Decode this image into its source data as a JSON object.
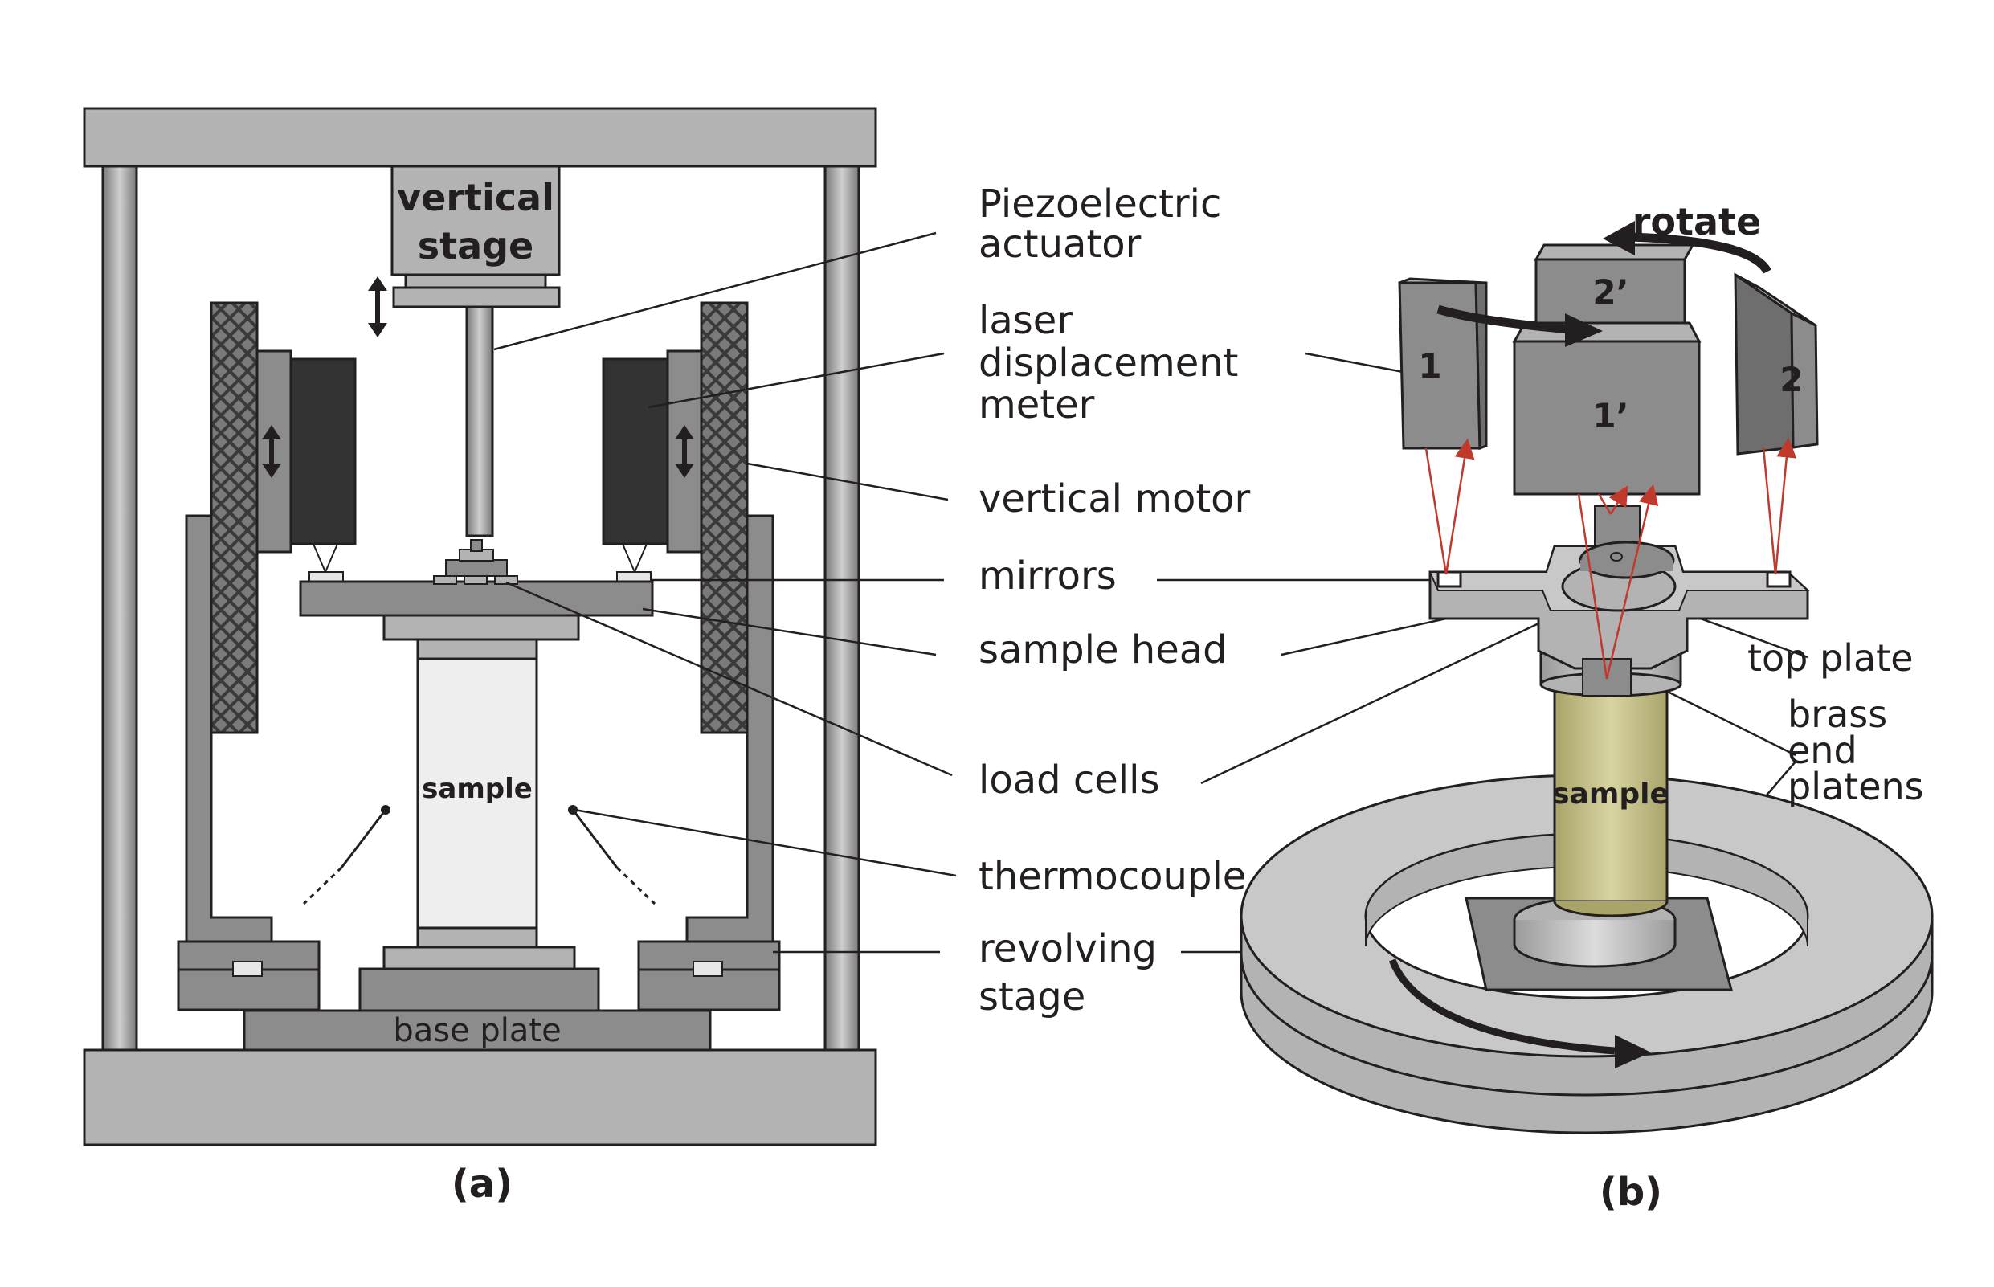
{
  "panel_a": {
    "caption": "(a)",
    "vertical_stage": [
      "vertical",
      "stage"
    ],
    "sample": "sample",
    "base_plate": "base plate"
  },
  "panel_b": {
    "caption": "(b)",
    "rotate": "rotate",
    "sensors": {
      "s1": "1",
      "s2": "2",
      "s1p": "1’",
      "s2p": "2’"
    },
    "sample": "sample",
    "top_plate": "top plate",
    "brass_end_platens": [
      "brass",
      "end",
      "platens"
    ]
  },
  "callouts": {
    "piezo": [
      "Piezoelectric",
      "actuator"
    ],
    "laser": [
      "laser",
      "displacement",
      "meter"
    ],
    "vertical_motor": "vertical motor",
    "mirrors": "mirrors",
    "sample_head": "sample head",
    "load_cells": "load cells",
    "thermocouple": "thermocouple",
    "revolving_stage": [
      "revolving",
      "stage"
    ]
  },
  "colors": {
    "frame": "#b3b3b3",
    "dark": "#333333",
    "mid": "#8c8c8c",
    "sample_a": "#eeeeee",
    "sample_b": "#c9c58f",
    "laser_beam": "#c0392b",
    "text": "#231f20"
  }
}
